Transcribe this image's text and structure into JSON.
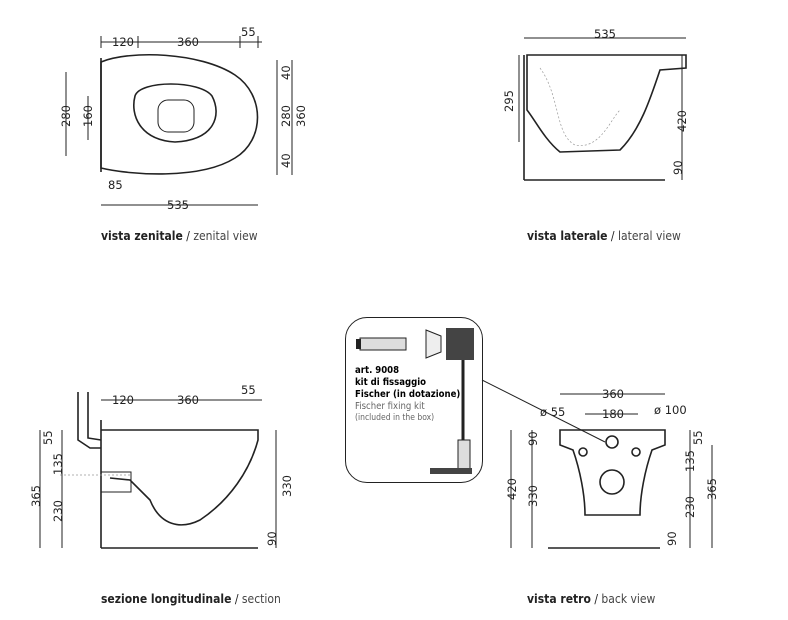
{
  "zenital": {
    "caption_it": "vista zenitale",
    "caption_en": "zenital view",
    "dims": {
      "top_a": "120",
      "top_b": "360",
      "top_c": "55",
      "left_a": "280",
      "left_b": "160",
      "right_a": "40",
      "right_b": "280",
      "right_c": "360",
      "right_d": "40",
      "bottom_a": "85",
      "bottom_b": "535"
    }
  },
  "lateral": {
    "caption_it": "vista laterale",
    "caption_en": "lateral view",
    "dims": {
      "top": "535",
      "left": "295",
      "right": "420",
      "floor": "90"
    }
  },
  "section": {
    "caption_it": "sezione longitudinale",
    "caption_en": "section",
    "dims": {
      "top_a": "120",
      "top_b": "360",
      "top_c": "55",
      "left_a": "55",
      "left_b": "135",
      "left_c": "365",
      "left_d": "230",
      "right_a": "330",
      "right_b": "90"
    }
  },
  "kit": {
    "line1": "art. 9008",
    "line2": "kit di fissaggio",
    "line3": "Fischer (in dotazione)",
    "line4": "Fischer fixing kit",
    "line5": "(included in the box)"
  },
  "back": {
    "caption_it": "vista retro",
    "caption_en": "back view",
    "dims": {
      "width": "360",
      "hole_small": "ø 55",
      "spacing": "180",
      "hole_large": "ø 100",
      "left_total": "420",
      "left_a": "90",
      "left_b": "330",
      "right_a": "55",
      "right_b": "135",
      "right_c": "365",
      "right_d": "230",
      "floor": "90"
    }
  }
}
